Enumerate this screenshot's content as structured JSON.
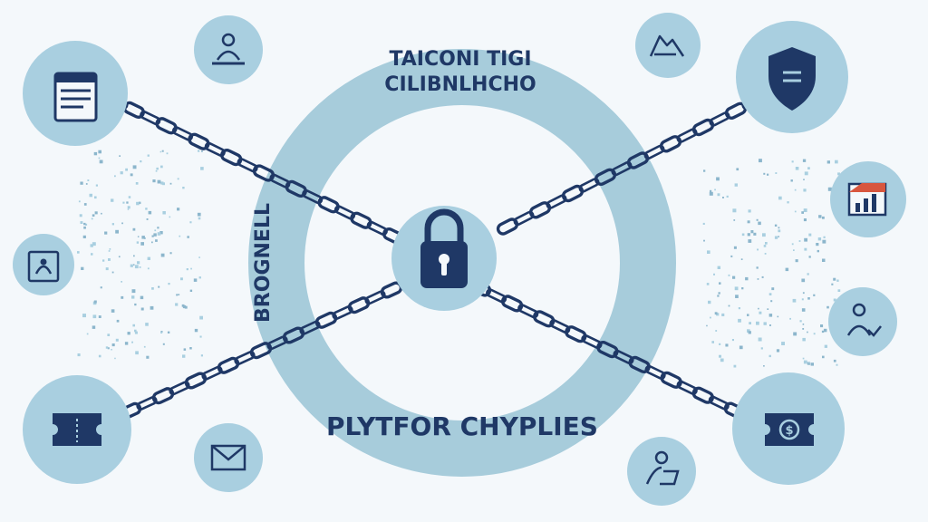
{
  "labels": {
    "top_line1": "TAICONI TIGI",
    "top_line2": "CILIBNLHCHO",
    "left_vertical": "BROGNELL",
    "bottom": "PLYTFOR CHYPLIES"
  },
  "icons": [
    {
      "name": "document-icon"
    },
    {
      "name": "person-desk-icon"
    },
    {
      "name": "hand-icon"
    },
    {
      "name": "shield-icon"
    },
    {
      "name": "id-card-icon"
    },
    {
      "name": "bar-chart-icon"
    },
    {
      "name": "user-check-icon"
    },
    {
      "name": "ticket-icon"
    },
    {
      "name": "envelope-icon"
    },
    {
      "name": "person-laptop-icon"
    },
    {
      "name": "money-icon"
    },
    {
      "name": "padlock-icon"
    }
  ],
  "colors": {
    "background": "#f4f8fb",
    "ring": "#a7ccdb",
    "bubble": "#a9cfe0",
    "navy": "#1f3866",
    "accent_red": "#d8563e"
  }
}
